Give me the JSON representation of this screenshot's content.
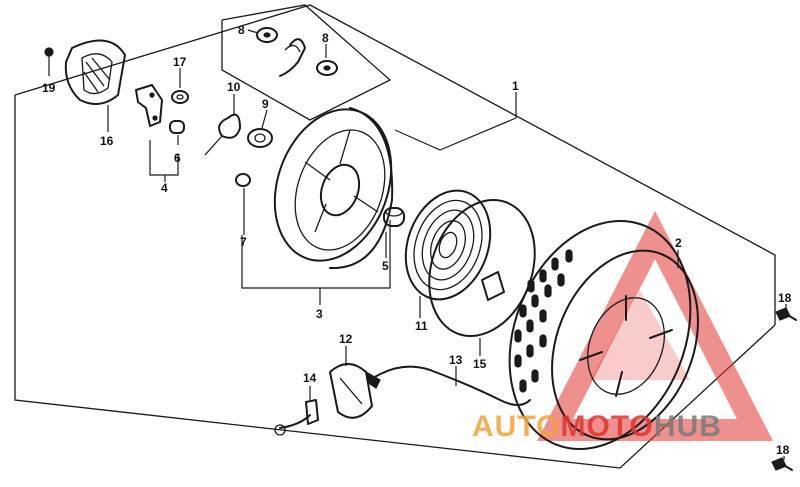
{
  "callouts": {
    "c1": "1",
    "c2": "2",
    "c3": "3",
    "c4": "4",
    "c5": "5",
    "c6": "6",
    "c7": "7",
    "c8a": "8",
    "c8b": "8",
    "c9": "9",
    "c10": "10",
    "c11": "11",
    "c12": "12",
    "c13": "13",
    "c14": "14",
    "c15": "15",
    "c16": "16",
    "c17": "17",
    "c18a": "18",
    "c18b": "18",
    "c19": "19"
  },
  "watermark": {
    "part1": "AUTO",
    "part2": "MOTO",
    "part3": "HUB",
    "color_orange": "#f2a33a",
    "color_red": "#e0342f",
    "color_grey": "#7a7a7a"
  }
}
